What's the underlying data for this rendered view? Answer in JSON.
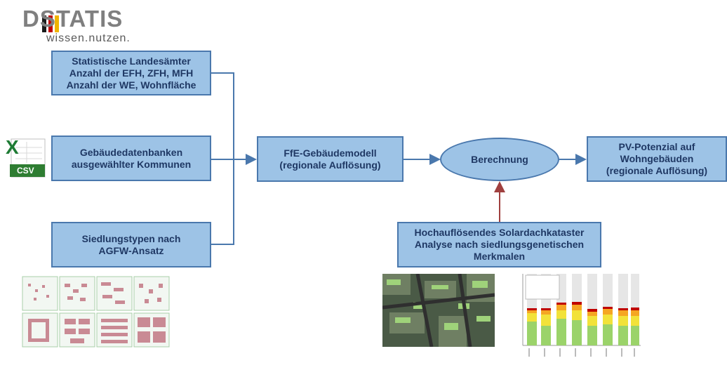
{
  "logo": {
    "word": "DSTATIS",
    "tagline": "wissen.nutzen."
  },
  "csv_icon": {
    "letter": "X",
    "label": "CSV"
  },
  "boxes": {
    "landesaemter": "Statistische Landesämter\nAnzahl der EFH, ZFH, MFH\nAnzahl der WE, Wohnfläche",
    "gebaeudedatenbanken": "Gebäudedatenbanken\nausgewählter Kommunen",
    "siedlungstypen": "Siedlungstypen nach\nAGFW-Ansatz",
    "ffe_modell": "FfE-Gebäudemodell\n(regionale Auflösung)",
    "berechnung": "Berechnung",
    "pv_potenzial": "PV-Potenzial auf\nWohngebäuden\n(regionale Auflösung)",
    "solardachkataster": "Hochauflösendes Solardachkataster\nAnalyse nach siedlungsgenetischen\nMerkmalen"
  },
  "colors": {
    "box_fill": "#9dc3e6",
    "box_border": "#4a78ad",
    "text": "#1f3864",
    "arrow_blue": "#4a78ad",
    "arrow_red": "#a0403f"
  }
}
